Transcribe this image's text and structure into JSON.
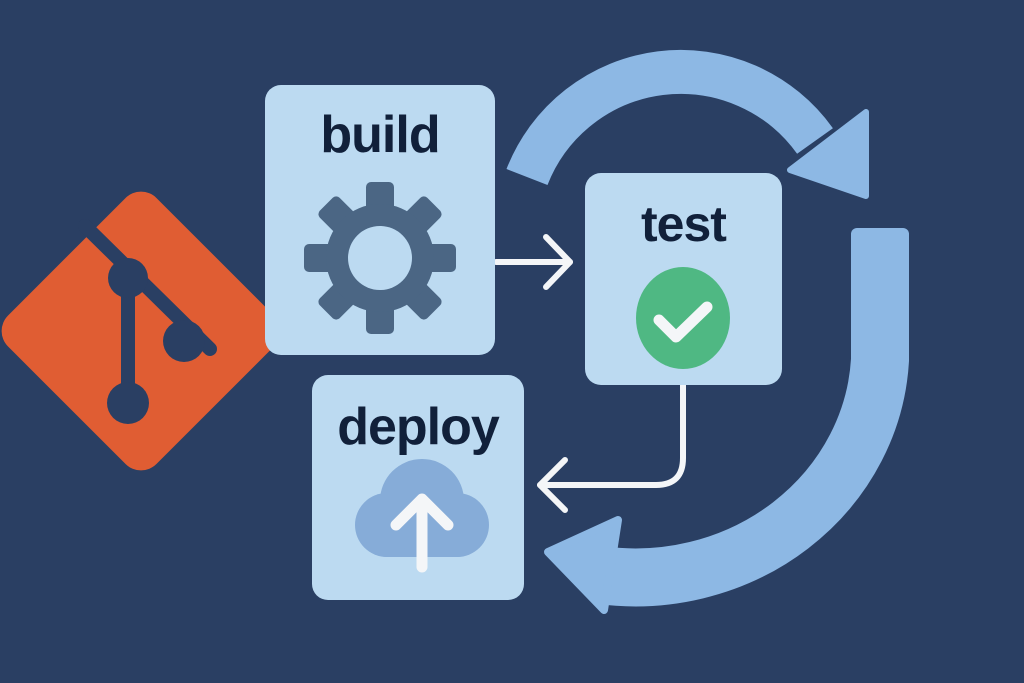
{
  "diagram": {
    "title": "CI/CD pipeline",
    "stages": [
      {
        "id": "build",
        "label": "build",
        "icon": "gear-icon"
      },
      {
        "id": "test",
        "label": "test",
        "icon": "check-circle-icon"
      },
      {
        "id": "deploy",
        "label": "deploy",
        "icon": "cloud-upload-icon"
      }
    ],
    "source_icon": "git-logo-icon",
    "connections": [
      {
        "from": "build",
        "to": "test"
      },
      {
        "from": "test",
        "to": "deploy"
      }
    ],
    "cycle_arrows": [
      "clockwise-top-arrow",
      "clockwise-bottom-arrow"
    ],
    "colors": {
      "background": "#2a3f63",
      "card": "#bcdaf1",
      "label": "#11203a",
      "git_orange": "#e05d33",
      "gear": "#4b6684",
      "check_green": "#4fb883",
      "cloud": "#86acd8",
      "cycle_arrow": "#8db8e4",
      "connector": "#f4f6f8"
    }
  }
}
